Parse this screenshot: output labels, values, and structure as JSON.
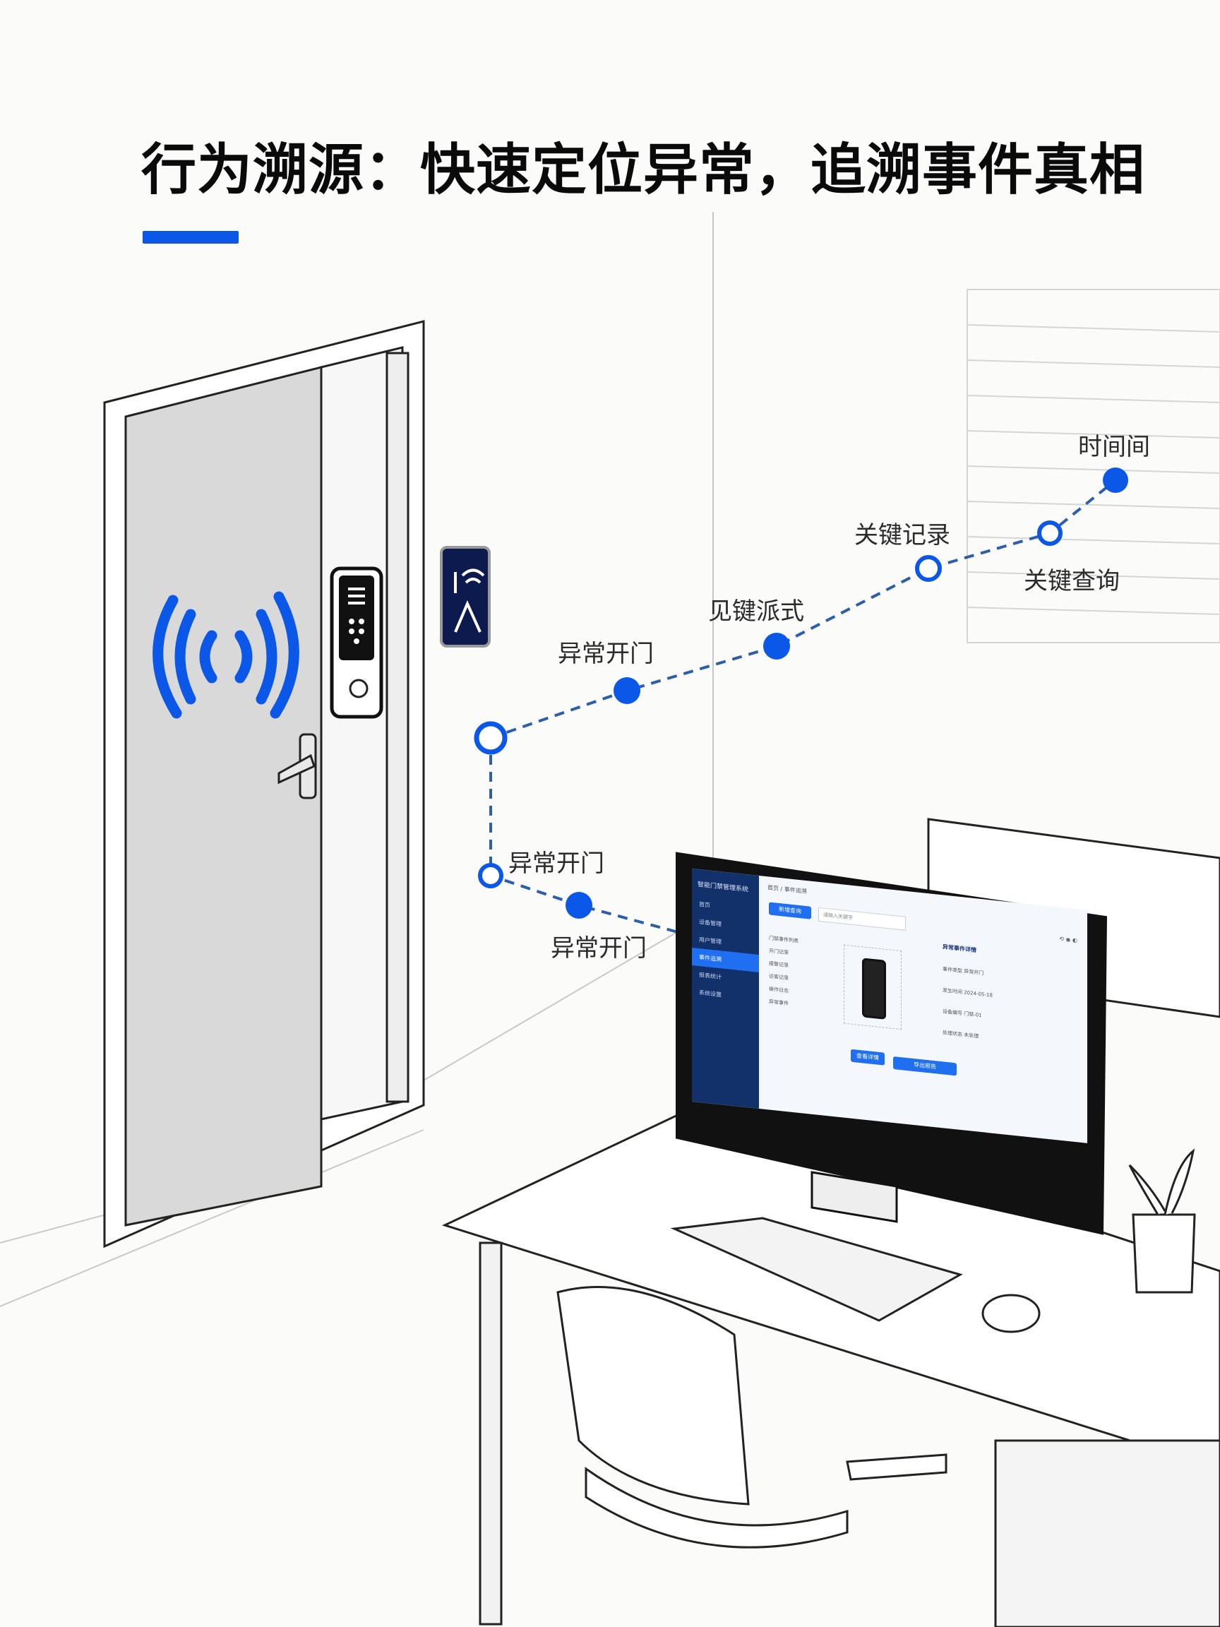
{
  "header": {
    "title": "行为溯源：快速定位异常，追溯事件真相",
    "accent_color": "#0b57e8"
  },
  "scene": {
    "door_symbol": "nfc-wireless-icon",
    "door_lock": "smart-keypad-lock",
    "wall_sign": "wireless-access-sign",
    "colors": {
      "blue": "#0b57e8",
      "navy_sign": "#0d1a4d",
      "line": "#2a2a2a"
    }
  },
  "timeline": {
    "line_color": "#2d5fa8",
    "nodes": [
      {
        "label": "异常开门",
        "type": "filled"
      },
      {
        "label": "异常开门",
        "type": "hollow"
      },
      {
        "label": "",
        "type": "hollow"
      },
      {
        "label": "异常开门",
        "type": "filled"
      },
      {
        "label": "见键派式",
        "type": "filled"
      },
      {
        "label": "关键记录",
        "type": "hollow"
      },
      {
        "label": "关键查询",
        "type": "hollow"
      },
      {
        "label": "时间间",
        "type": "filled"
      }
    ]
  },
  "monitor": {
    "brand": "智能门禁管理系统",
    "breadcrumb": "首页 / 事件追溯",
    "sidebar": [
      "首页",
      "设备管理",
      "用户管理",
      "事件追溯",
      "报表统计",
      "系统设置"
    ],
    "active_index": 3,
    "primary_button": "新增查询",
    "search_placeholder": "请输入关键字",
    "list": [
      "门禁事件列表",
      "开门记录",
      "报警记录",
      "访客记录",
      "操作日志",
      "异常事件"
    ],
    "detail_title": "异常事件详情",
    "detail_rows": [
      "事件类型  异常开门",
      "发生时间  2024-05-18",
      "设备编号  门禁-01",
      "处理状态  未处理"
    ],
    "action_buttons": [
      "查看详情",
      "导出报告"
    ]
  }
}
